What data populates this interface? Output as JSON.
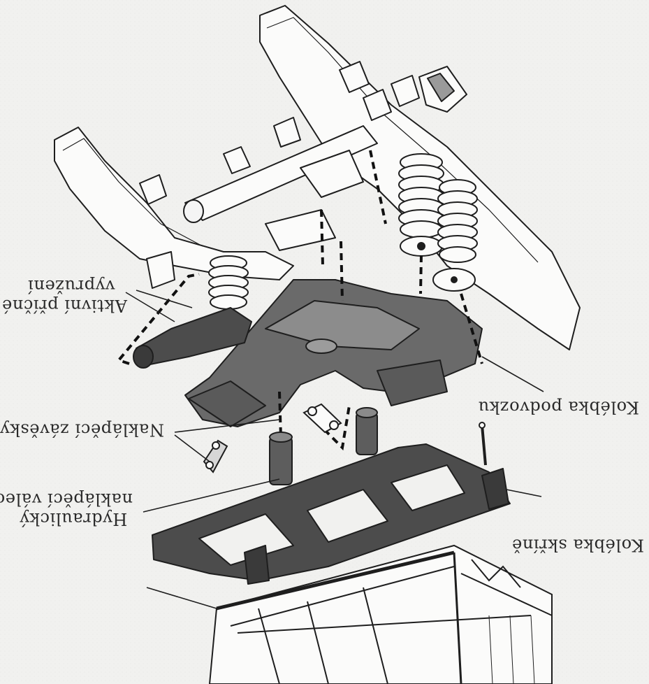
{
  "diagram": {
    "colors": {
      "background": "#f1f1ef",
      "ink": "#1e1e1e",
      "dark_part": "#4c4c4c",
      "mid_part": "#6a6a6a",
      "light_part": "#fbfbfa"
    },
    "labels": {
      "active_tilt_line1": "Aktivní příčné",
      "active_tilt_line2": "vypružení",
      "tilt_links": "Naklápěcí závěsky",
      "hydraulic_line1": "Hydraulický",
      "hydraulic_line2": "naklápěcí válec",
      "bogie_cradle": "Kolébka podvozku",
      "body_cradle": "Kolébka skříně"
    }
  }
}
